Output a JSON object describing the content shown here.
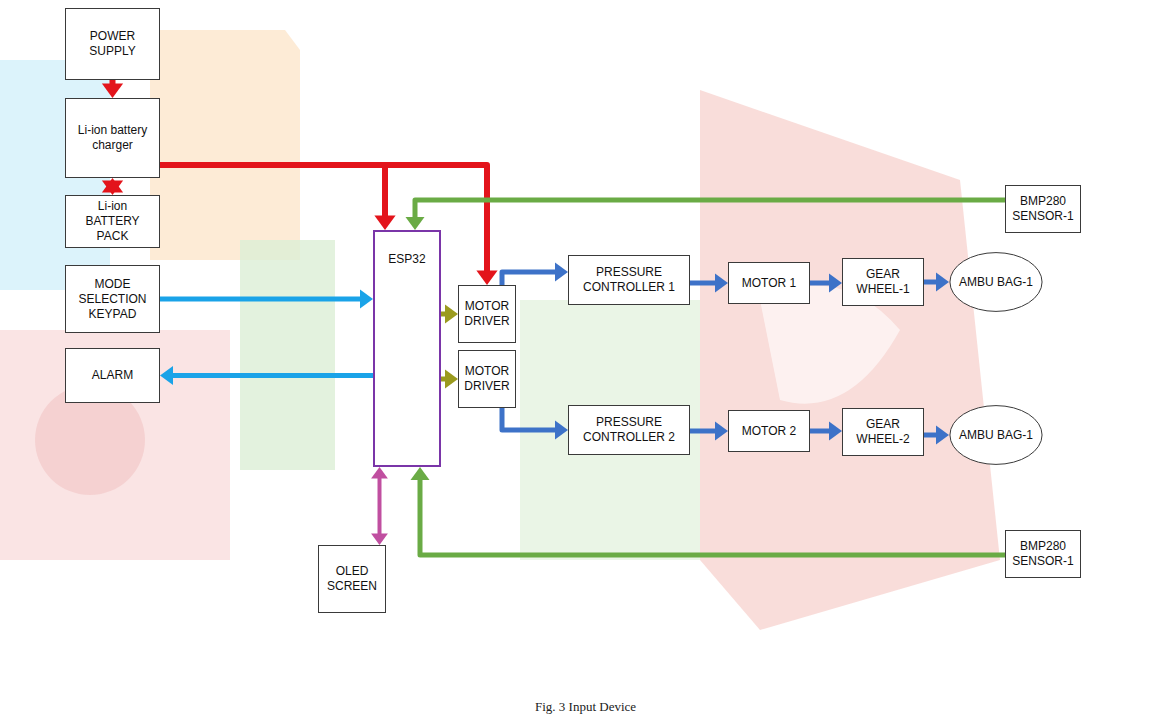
{
  "diagram": {
    "caption": "Fig. 3 Input Device",
    "nodes": [
      {
        "text": [
          "POWER SUPPLY"
        ]
      },
      {
        "text": [
          "Li-ion battery charger"
        ]
      },
      {
        "text": [
          "Li-ion BATTERY PACK"
        ]
      },
      {
        "text": [
          "MODE SELECTION KEYPAD"
        ]
      },
      {
        "text": [
          "ALARM"
        ]
      },
      {
        "text": [
          "ESP32"
        ]
      },
      {
        "text": [
          "MOTOR DRIVER"
        ]
      },
      {
        "text": [
          "MOTOR DRIVER"
        ]
      },
      {
        "text": [
          "PRESSURE CONTROLLER 1"
        ]
      },
      {
        "text": [
          "MOTOR 1"
        ]
      },
      {
        "text": [
          "GEAR WHEEL-1"
        ]
      },
      {
        "text": [
          "AMBU BAG-1"
        ]
      },
      {
        "text": [
          "PRESSURE CONTROLLER 2"
        ]
      },
      {
        "text": [
          "MOTOR 2"
        ]
      },
      {
        "text": [
          "GEAR WHEEL-2"
        ]
      },
      {
        "text": [
          "AMBU BAG-1"
        ]
      },
      {
        "text": [
          "BMP280 SENSOR-1"
        ]
      },
      {
        "text": [
          "BMP280 SENSOR-1"
        ]
      },
      {
        "text": [
          "OLED SCREEN"
        ]
      }
    ],
    "edges": [
      {
        "from": 0,
        "to": 1,
        "arrow": "to"
      },
      {
        "from": 1,
        "to": 2,
        "arrow": "both"
      },
      {
        "from": 1,
        "to": 5,
        "arrow": "to"
      },
      {
        "from": 1,
        "to": 6,
        "arrow": "to"
      },
      {
        "from": 3,
        "to": 5,
        "arrow": "to"
      },
      {
        "from": 5,
        "to": 4,
        "arrow": "to"
      },
      {
        "from": 5,
        "to": 18,
        "arrow": "both"
      },
      {
        "from": 5,
        "to": 6,
        "arrow": "to"
      },
      {
        "from": 5,
        "to": 7,
        "arrow": "to"
      },
      {
        "from": 6,
        "to": 8,
        "arrow": "to"
      },
      {
        "from": 8,
        "to": 9,
        "arrow": "to"
      },
      {
        "from": 9,
        "to": 10,
        "arrow": "to"
      },
      {
        "from": 10,
        "to": 11,
        "arrow": "to"
      },
      {
        "from": 7,
        "to": 12,
        "arrow": "to"
      },
      {
        "from": 12,
        "to": 13,
        "arrow": "to"
      },
      {
        "from": 13,
        "to": 14,
        "arrow": "to"
      },
      {
        "from": 14,
        "to": 15,
        "arrow": "to"
      },
      {
        "from": 16,
        "to": 5,
        "arrow": "to"
      },
      {
        "from": 17,
        "to": 5,
        "arrow": "to"
      }
    ]
  }
}
